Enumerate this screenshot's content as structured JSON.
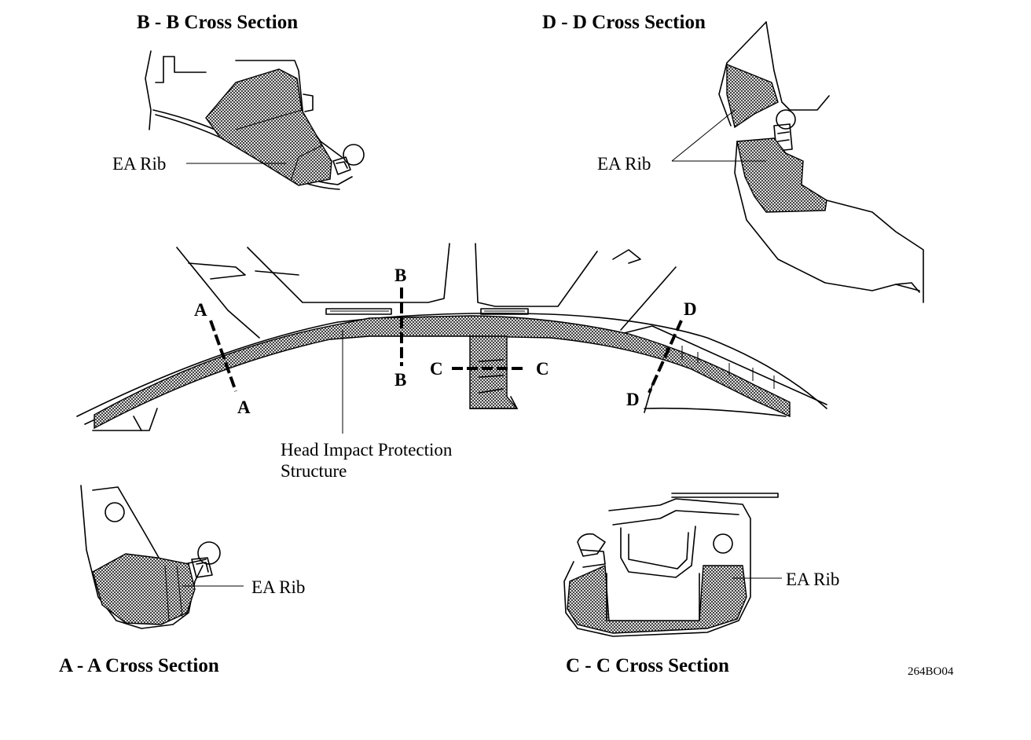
{
  "titles": {
    "bb": "B - B Cross Section",
    "dd": "D - D Cross Section",
    "aa": "A - A Cross Section",
    "cc": "C - C Cross Section"
  },
  "labels": {
    "ea_rib": "EA Rib",
    "head_impact_line1": "Head Impact Protection",
    "head_impact_line2": "Structure"
  },
  "markers": {
    "a": "A",
    "b": "B",
    "c": "C",
    "d": "D"
  },
  "figure_code": "264BO04"
}
